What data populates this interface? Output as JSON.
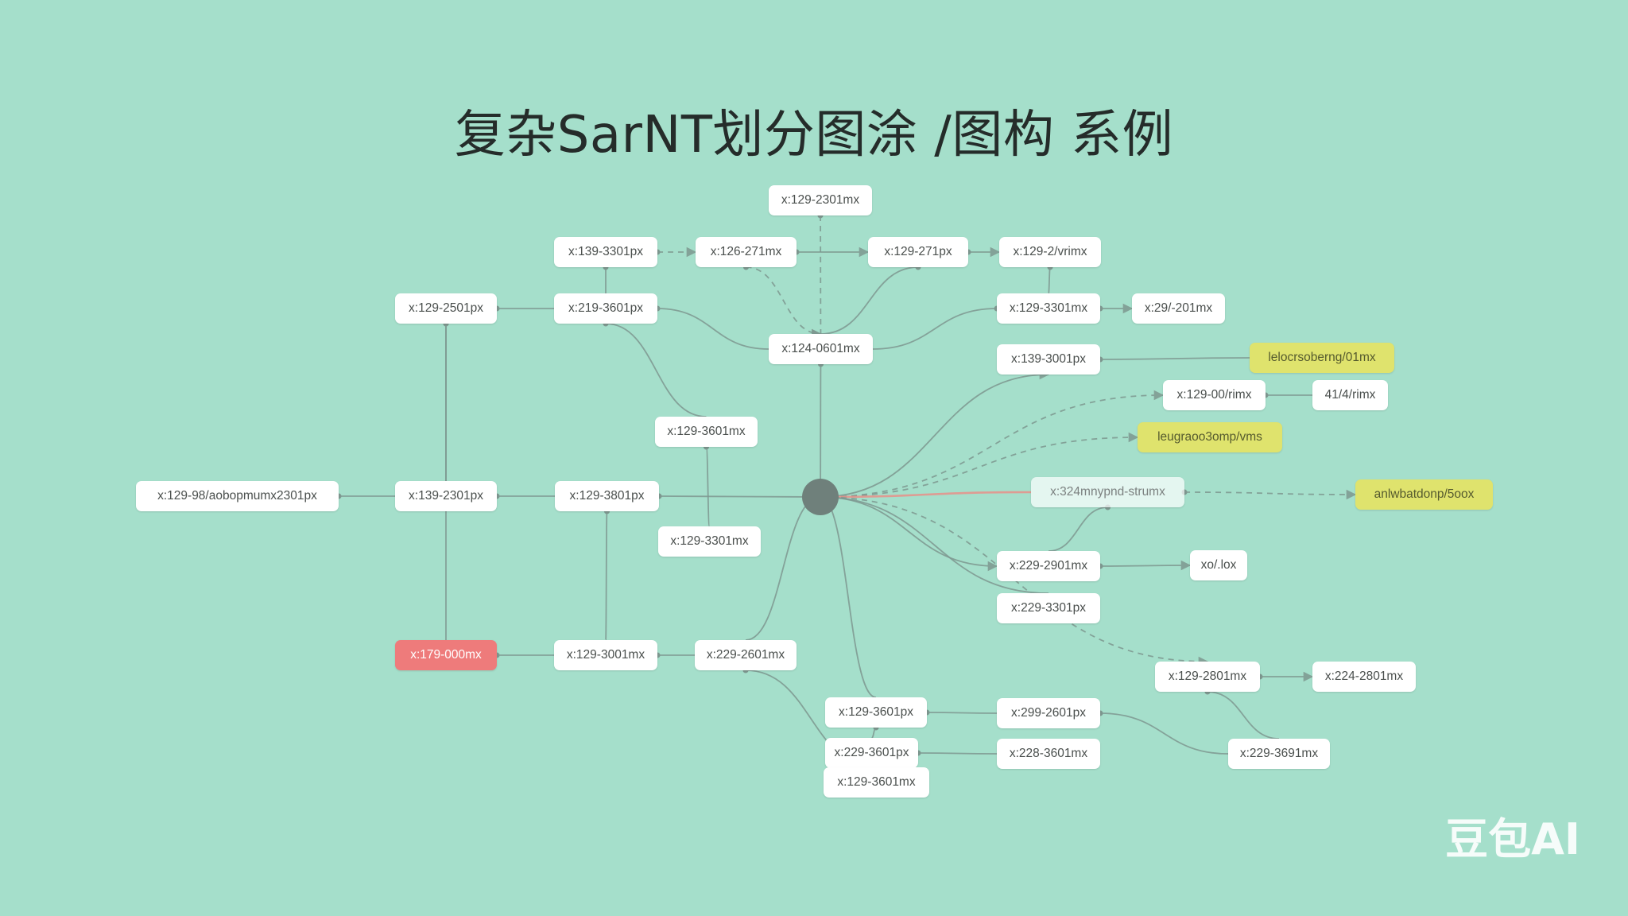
{
  "title": "复杂SarNT划分图涂 /图构 系例",
  "watermark": "豆包AI",
  "colors": {
    "background": "#a5dfcb",
    "node": "#ffffff",
    "node_text": "#4a4f4d",
    "highlight_yellow": "#dfe36d",
    "highlight_red": "#ee7b7b",
    "edge": "#7e9890",
    "edge_red": "#e8908a",
    "hub": "#6f807b"
  },
  "nodes": [
    {
      "id": "n_top",
      "label": "x:129-2301mx"
    },
    {
      "id": "n_a1",
      "label": "x:139-3301px"
    },
    {
      "id": "n_a2",
      "label": "x:126-271mx"
    },
    {
      "id": "n_a3",
      "label": "x:129-271px"
    },
    {
      "id": "n_a4",
      "label": "x:129-2/vrimx"
    },
    {
      "id": "n_b1",
      "label": "x:129-2501px"
    },
    {
      "id": "n_b2",
      "label": "x:219-3601px"
    },
    {
      "id": "n_b3",
      "label": "x:129-3301mx"
    },
    {
      "id": "n_b4",
      "label": "x:29/-201mx"
    },
    {
      "id": "n_c1",
      "label": "x:124-0601mx"
    },
    {
      "id": "n_c2",
      "label": "x:139-3001px"
    },
    {
      "id": "n_y1",
      "label": "lelocrsoberng/01mx",
      "style": "yellow"
    },
    {
      "id": "n_d1",
      "label": "x:129-00/rimx"
    },
    {
      "id": "n_d2",
      "label": "41/4/rimx"
    },
    {
      "id": "n_e1",
      "label": "x:129-3601mx"
    },
    {
      "id": "n_y2",
      "label": "leugraoo3omp/vms",
      "style": "yellow"
    },
    {
      "id": "n_f0",
      "label": "x:129-98/aobopmumx2301px"
    },
    {
      "id": "n_f1",
      "label": "x:139-2301px"
    },
    {
      "id": "n_f2",
      "label": "x:129-3801px"
    },
    {
      "id": "n_f3",
      "label": "x:324mnypnd-strumx",
      "style": "faded"
    },
    {
      "id": "n_y3",
      "label": "anlwbatdonp/5oox",
      "style": "yellow"
    },
    {
      "id": "n_g1",
      "label": "x:129-3301mx"
    },
    {
      "id": "n_h1",
      "label": "x:229-2901mx"
    },
    {
      "id": "n_h2",
      "label": "xo/.lox"
    },
    {
      "id": "n_h3",
      "label": "x:229-3301px"
    },
    {
      "id": "n_r1",
      "label": "x:179-000mx",
      "style": "red"
    },
    {
      "id": "n_i1",
      "label": "x:129-3001mx"
    },
    {
      "id": "n_i2",
      "label": "x:229-2601mx"
    },
    {
      "id": "n_j1",
      "label": "x:129-2801mx"
    },
    {
      "id": "n_j2",
      "label": "x:224-2801mx"
    },
    {
      "id": "n_k1",
      "label": "x:129-3601px"
    },
    {
      "id": "n_k2",
      "label": "x:299-2601px"
    },
    {
      "id": "n_l1",
      "label": "x:229-3601px"
    },
    {
      "id": "n_l2",
      "label": "x:228-3601mx"
    },
    {
      "id": "n_l3",
      "label": "x:229-3691mx"
    },
    {
      "id": "n_m1",
      "label": "x:129-3601mx"
    }
  ],
  "edges": [
    [
      "n_top",
      "n_c1",
      "dash"
    ],
    [
      "n_a1",
      "n_a2",
      "dash"
    ],
    [
      "n_a2",
      "n_a3",
      "arrow"
    ],
    [
      "n_a3",
      "n_a4",
      "arrow"
    ],
    [
      "n_a1",
      "n_b2",
      "solid"
    ],
    [
      "n_a4",
      "n_b3",
      "solid"
    ],
    [
      "n_b3",
      "n_b4",
      "arrow"
    ],
    [
      "n_a2",
      "n_c1",
      "dash"
    ],
    [
      "n_a3",
      "n_c1",
      "solid"
    ],
    [
      "n_b1",
      "n_b2",
      "solid"
    ],
    [
      "n_b2",
      "n_c1",
      "solid"
    ],
    [
      "n_b3",
      "n_c1",
      "solid"
    ],
    [
      "n_b2",
      "n_e1",
      "solid"
    ],
    [
      "n_e1",
      "n_g1",
      "solid"
    ],
    [
      "n_b1",
      "n_f1",
      "solid"
    ],
    [
      "n_b1",
      "n_r1",
      "solid"
    ],
    [
      "n_f0",
      "n_f1",
      "solid"
    ],
    [
      "n_f1",
      "n_f2",
      "solid"
    ],
    [
      "n_f2",
      "hub",
      "solid"
    ],
    [
      "n_f2",
      "n_i1",
      "solid"
    ],
    [
      "n_r1",
      "n_i1",
      "solid"
    ],
    [
      "n_i1",
      "n_i2",
      "solid"
    ],
    [
      "n_i2",
      "n_m1",
      "arrow"
    ],
    [
      "n_c1",
      "hub",
      "solid"
    ],
    [
      "hub",
      "n_c2",
      "arrow"
    ],
    [
      "hub",
      "n_d1",
      "dash"
    ],
    [
      "hub",
      "n_y2",
      "dash"
    ],
    [
      "hub",
      "n_f3",
      "red"
    ],
    [
      "n_f3",
      "n_y3",
      "dash"
    ],
    [
      "n_c2",
      "n_y1",
      "solid"
    ],
    [
      "n_d1",
      "n_d2",
      "solid"
    ],
    [
      "n_f3",
      "n_h1",
      "solid"
    ],
    [
      "hub",
      "n_h1",
      "arrow"
    ],
    [
      "n_h1",
      "n_h2",
      "arrow"
    ],
    [
      "hub",
      "n_h3",
      "solid"
    ],
    [
      "hub",
      "n_j1",
      "dash"
    ],
    [
      "n_j1",
      "n_j2",
      "arrow"
    ],
    [
      "hub",
      "n_i2",
      "solid"
    ],
    [
      "hub",
      "n_k1",
      "solid"
    ],
    [
      "n_k1",
      "n_k2",
      "solid"
    ],
    [
      "n_l1",
      "n_l2",
      "solid"
    ],
    [
      "n_k1",
      "n_l1",
      "solid"
    ],
    [
      "n_k2",
      "n_l3",
      "solid"
    ],
    [
      "n_j1",
      "n_l3",
      "solid"
    ]
  ]
}
